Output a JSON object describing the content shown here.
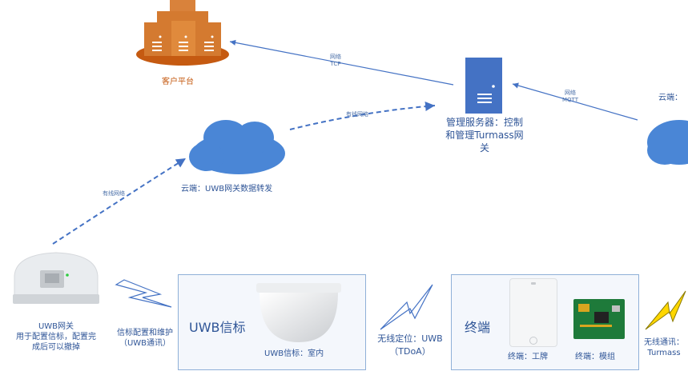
{
  "nodes": {
    "client_platform": "客户平台",
    "mgmt_server": [
      "管理服务器：控制",
      "和管理Turmass网",
      "关"
    ],
    "cloud_uwb": "云端：UWB网关数据转发",
    "cloud_right": "云端：",
    "uwb_gateway": [
      "UWB网关",
      "用于配置信标，配置完",
      "成后可以撤掉"
    ],
    "beacon_config": [
      "信标配置和维护",
      "（UWB通讯）"
    ],
    "uwb_beacon_box_title": "UWB信标",
    "uwb_beacon_caption": "UWB信标：室内",
    "wireless_positioning": [
      "无线定位：UWB",
      "（TDoA）"
    ],
    "terminal_box_title": "终端",
    "terminal_badge_caption": "终端：工牌",
    "terminal_module_caption": "终端：模组",
    "wireless_comm": [
      "无线通讯：",
      "Turmass"
    ]
  },
  "edges": {
    "server_to_client": [
      "网络",
      "TCP"
    ],
    "cloud_to_server": "有线网络",
    "cloud_right_to_server": [
      "网络",
      "MQTT"
    ],
    "gateway_to_cloud": "有线网络"
  },
  "colors": {
    "accent_blue": "#4472c4",
    "text_blue": "#2f5597",
    "server_orange": "#c55a11",
    "cloud_blue": "#4a86d6",
    "lightning_yellow": "#ffd700"
  }
}
